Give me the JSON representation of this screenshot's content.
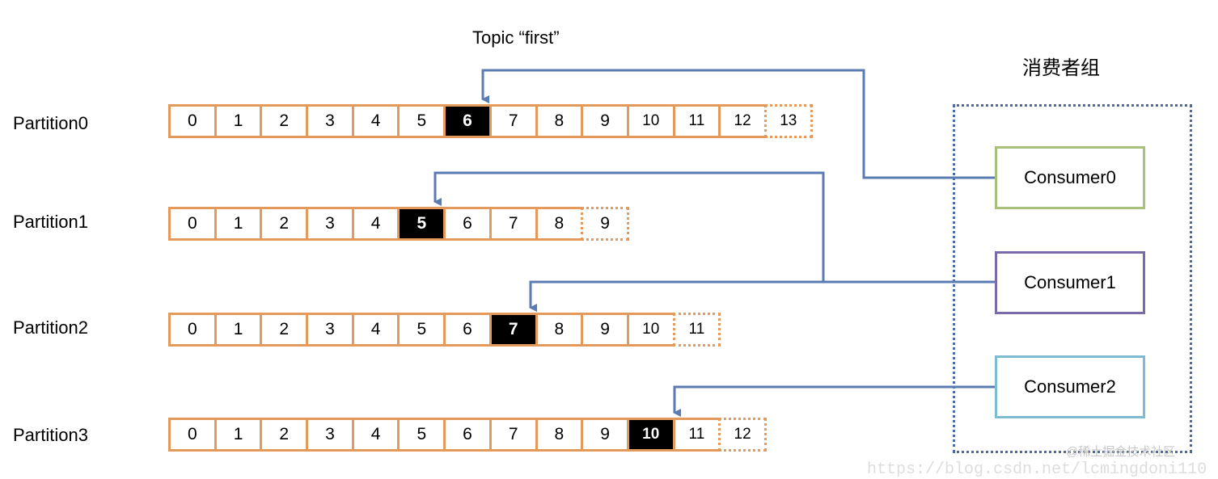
{
  "title": "Topic “first”",
  "consumer_group_label": "消费者组",
  "partitions": [
    {
      "label": "Partition0",
      "offsets": [
        "0",
        "1",
        "2",
        "3",
        "4",
        "5",
        "6",
        "7",
        "8",
        "9",
        "10",
        "11",
        "12"
      ],
      "next": "13",
      "current": "6"
    },
    {
      "label": "Partition1",
      "offsets": [
        "0",
        "1",
        "2",
        "3",
        "4",
        "5",
        "6",
        "7",
        "8"
      ],
      "next": "9",
      "current": "5"
    },
    {
      "label": "Partition2",
      "offsets": [
        "0",
        "1",
        "2",
        "3",
        "4",
        "5",
        "6",
        "7",
        "8",
        "9",
        "10"
      ],
      "next": "11",
      "current": "7"
    },
    {
      "label": "Partition3",
      "offsets": [
        "0",
        "1",
        "2",
        "3",
        "4",
        "5",
        "6",
        "7",
        "8",
        "9",
        "10",
        "11"
      ],
      "next": "12",
      "current": "10"
    }
  ],
  "consumers": [
    {
      "label": "Consumer0",
      "reads": [
        "Partition0"
      ]
    },
    {
      "label": "Consumer1",
      "reads": [
        "Partition1",
        "Partition2"
      ]
    },
    {
      "label": "Consumer2",
      "reads": [
        "Partition3"
      ]
    }
  ],
  "colors": {
    "segment_border": "#e59a5d",
    "current_fill": "#000000",
    "arrow": "#5b7bb3",
    "group_border": "#4a6aa5",
    "consumer0_border": "#a9c07a",
    "consumer1_border": "#7a6aa8",
    "consumer2_border": "#7dbcd0"
  },
  "watermark": "@稀土掘金技术社区",
  "url_watermark": "https://blog.csdn.net/lcmingdoni110"
}
